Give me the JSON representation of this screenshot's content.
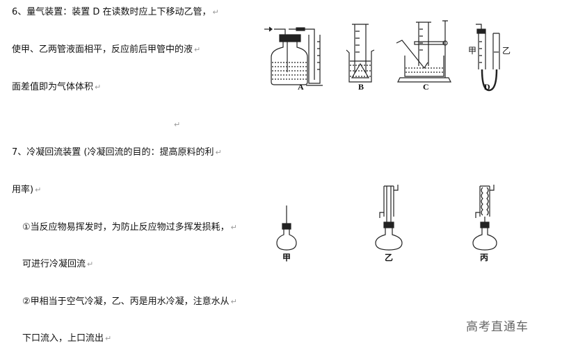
{
  "section6": {
    "lines": [
      "6、量气装置：装置 D 在读数时应上下移动乙管，",
      "使甲、乙两管液面相平，反应前后甲管中的液",
      "面差值即为气体体积"
    ],
    "figure_labels": [
      "A",
      "B",
      "C",
      "D"
    ],
    "tube_labels": [
      "甲",
      "乙"
    ]
  },
  "section7": {
    "lines": [
      "7、冷凝回流装置 (冷凝回流的目的：提高原料的利",
      "用率)",
      "①当反应物易挥发时，为防止反应物过多挥发损耗，",
      "可进行冷凝回流",
      "②甲相当于空气冷凝，乙、丙是用水冷凝，注意水从",
      "下口流入，上口流出"
    ],
    "figure_labels": [
      "甲",
      "乙",
      "丙"
    ]
  },
  "return_mark": "↵",
  "watermark": "高考直通车"
}
